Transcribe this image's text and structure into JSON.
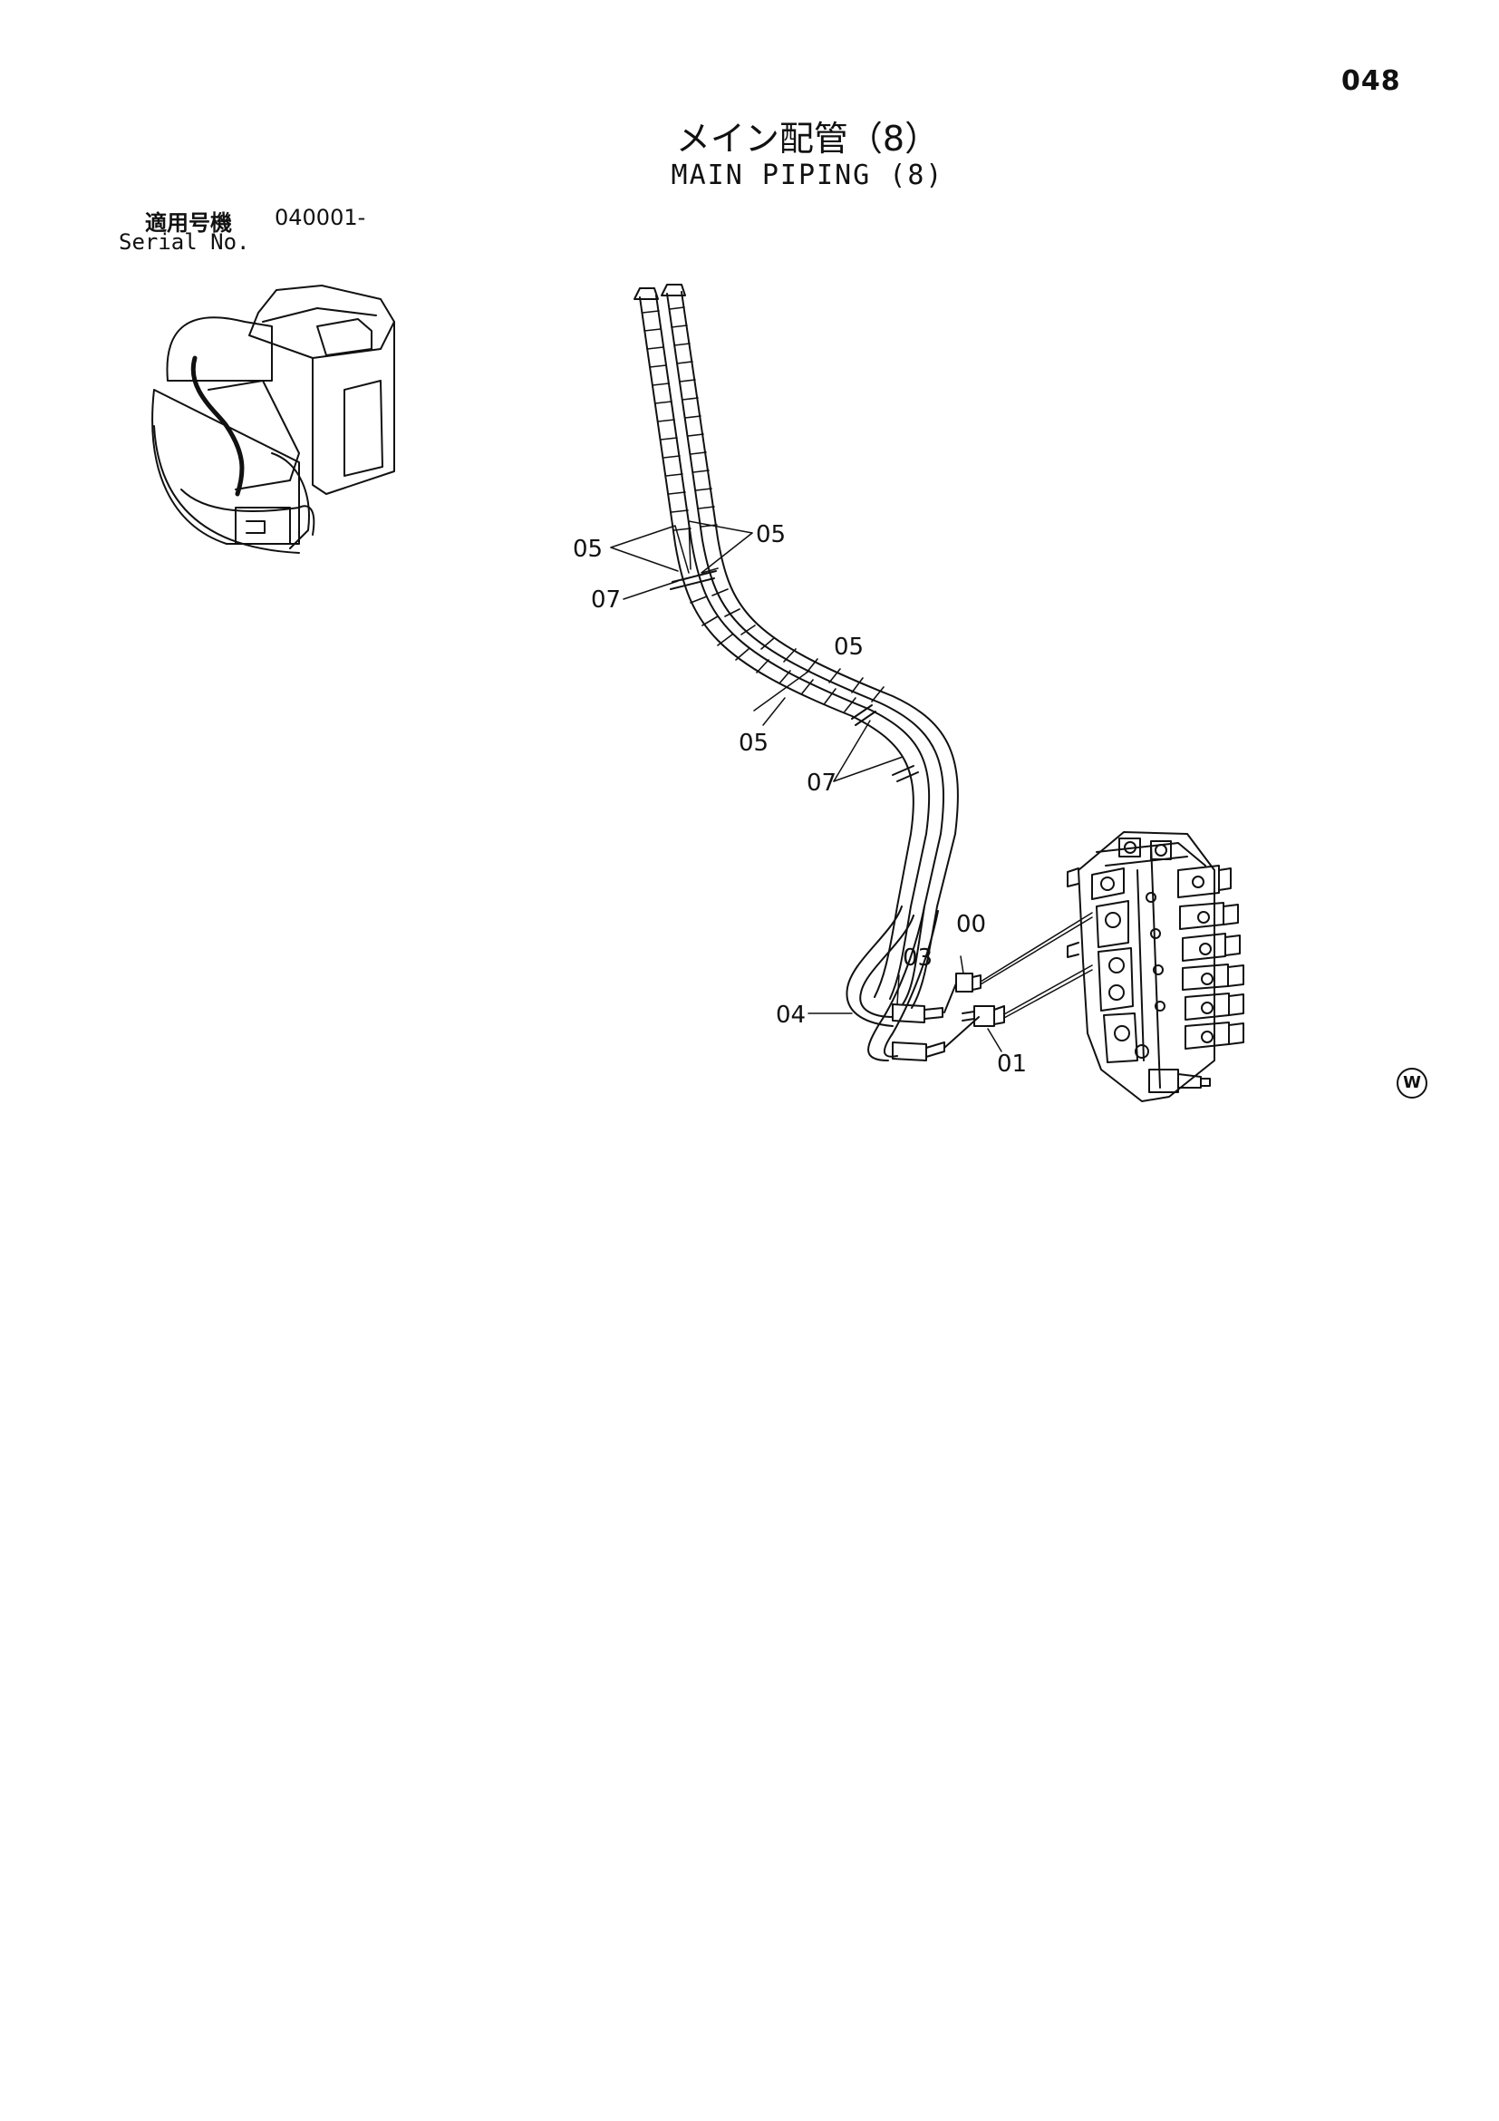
{
  "page": {
    "number": "048"
  },
  "title": {
    "japanese": "メイン配管（8）",
    "english": "MAIN PIPING (8)"
  },
  "serial": {
    "label_jp": "適用号機",
    "value": "040001-",
    "label_en": "Serial No."
  },
  "callouts": {
    "c05_upper_left": "05",
    "c05_upper_right": "05",
    "c07_upper": "07",
    "c05_mid_upper": "05",
    "c05_mid_lower": "05",
    "c07_mid": "07",
    "c00": "00",
    "c03": "03",
    "c04": "04",
    "c01": "01"
  },
  "stamp": {
    "symbol": "W"
  }
}
